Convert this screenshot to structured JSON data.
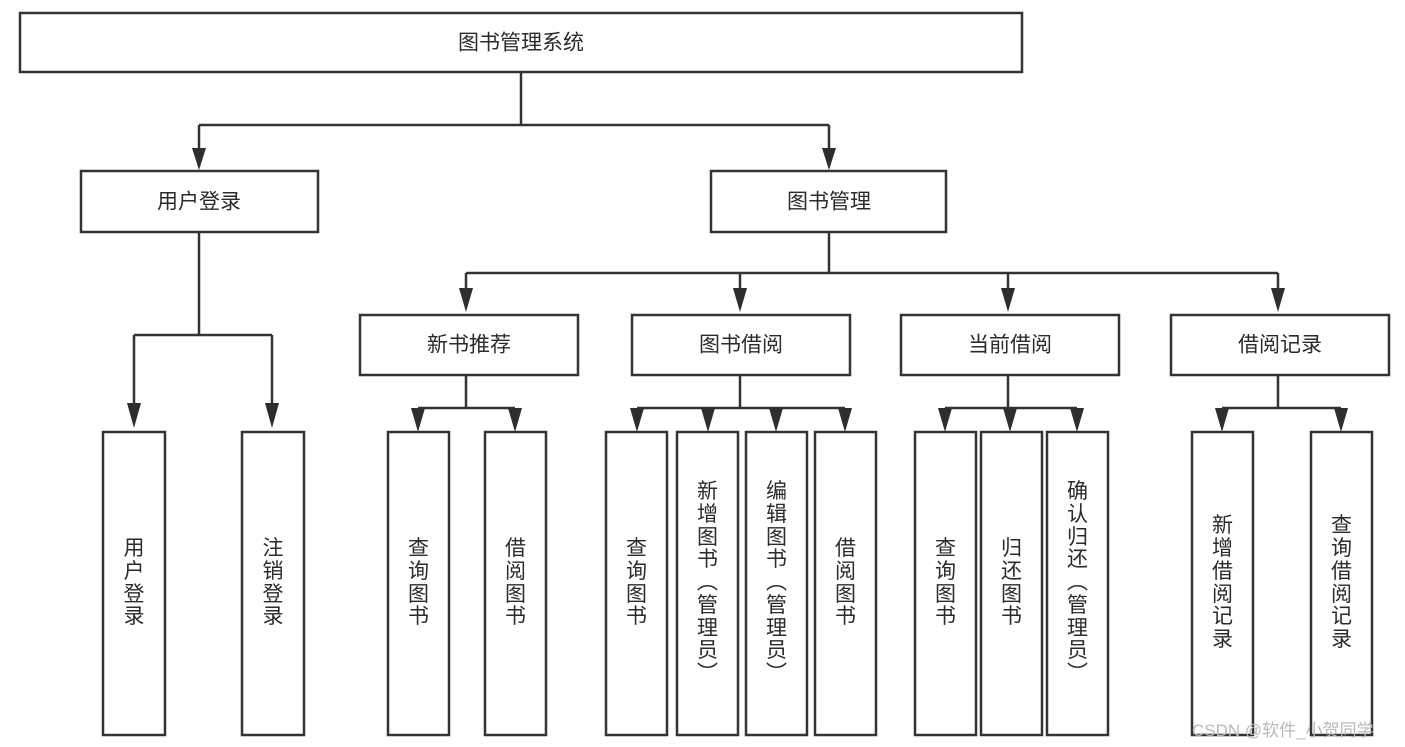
{
  "diagram": {
    "type": "tree-hierarchy-chart",
    "title": "图书管理系统",
    "watermark": "CSDN @软件_小贺同学",
    "colors": {
      "background": "#ffffff",
      "box_stroke": "#333333",
      "connector": "#333333",
      "text": "#2b2b2b",
      "watermark": "#b9b9b9"
    },
    "levels": {
      "root": {
        "label": "图书管理系统"
      },
      "level1": [
        {
          "id": "user-login",
          "label": "用户登录"
        },
        {
          "id": "book-management",
          "label": "图书管理"
        }
      ],
      "level2": [
        {
          "id": "new-book-recommend",
          "label": "新书推荐",
          "parent": "book-management"
        },
        {
          "id": "book-borrow",
          "label": "图书借阅",
          "parent": "book-management"
        },
        {
          "id": "current-borrow",
          "label": "当前借阅",
          "parent": "book-management"
        },
        {
          "id": "borrow-record",
          "label": "借阅记录",
          "parent": "book-management"
        }
      ],
      "leaves": {
        "user-login": [
          {
            "id": "leaf-user-login",
            "label": "用户登录"
          },
          {
            "id": "leaf-logout-login",
            "label": "注销登录"
          }
        ],
        "new-book-recommend": [
          {
            "id": "leaf-query-book-1",
            "label": "查询图书"
          },
          {
            "id": "leaf-borrow-book-1",
            "label": "借阅图书"
          }
        ],
        "book-borrow": [
          {
            "id": "leaf-query-book-2",
            "label": "查询图书"
          },
          {
            "id": "leaf-add-book-admin",
            "label": "新增图书（管理员）"
          },
          {
            "id": "leaf-edit-book-admin",
            "label": "编辑图书（管理员）"
          },
          {
            "id": "leaf-borrow-book-2",
            "label": "借阅图书"
          }
        ],
        "current-borrow": [
          {
            "id": "leaf-query-book-3",
            "label": "查询图书"
          },
          {
            "id": "leaf-return-book",
            "label": "归还图书"
          },
          {
            "id": "leaf-confirm-return-admin",
            "label": "确认归还（管理员）"
          }
        ],
        "borrow-record": [
          {
            "id": "leaf-add-borrow-record",
            "label": "新增借阅记录"
          },
          {
            "id": "leaf-query-borrow-record",
            "label": "查询借阅记录"
          }
        ]
      }
    }
  }
}
